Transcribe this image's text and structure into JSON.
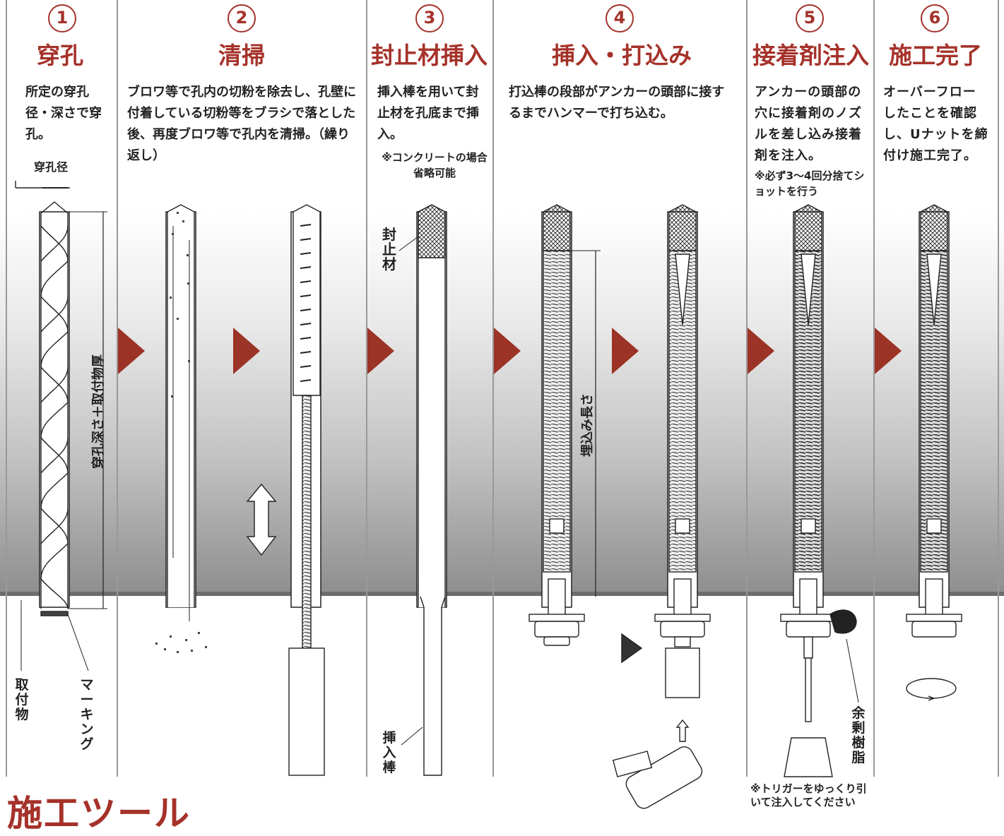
{
  "steps": [
    {
      "num": "1",
      "title": "穿孔",
      "desc": "所定の穿孔径・深さで穿孔。"
    },
    {
      "num": "2",
      "title": "清掃",
      "desc": "ブロワ等で孔内の切粉を除去し、孔壁に付着している切粉等をブラシで落とした後、再度ブロワ等で孔内を清掃。（繰り返し）"
    },
    {
      "num": "3",
      "title": "封止材挿入",
      "desc": "挿入棒を用いて封止材を孔底まで挿入。",
      "note": "※コンクリートの場合省略可能"
    },
    {
      "num": "4",
      "title": "挿入・打込み",
      "desc": "打込棒の段部がアンカーの頭部に接するまでハンマーで打ち込む。"
    },
    {
      "num": "5",
      "title": "接着剤注入",
      "desc": "アンカーの頭部の穴に接着剤のノズルを差し込み接着剤を注入。",
      "note": "※必ず3～4回分捨てショットを行う"
    },
    {
      "num": "6",
      "title": "施工完了",
      "desc": "オーバーフローしたことを確認し、Uナットを締付け施工完了。"
    }
  ],
  "labels": {
    "drill_diameter": "穿孔径",
    "drill_depth": "穿孔深さ＋取付物厚",
    "fixture": "取付物",
    "marking": "マーキング",
    "sealant": "封止材",
    "insert_rod": "挿入棒",
    "embed_length": "埋込み長さ",
    "excess_resin": "余剰樹脂",
    "trigger_note": "※トリガーをゆっくり引いて注入してください"
  },
  "footer": "施工ツール"
}
